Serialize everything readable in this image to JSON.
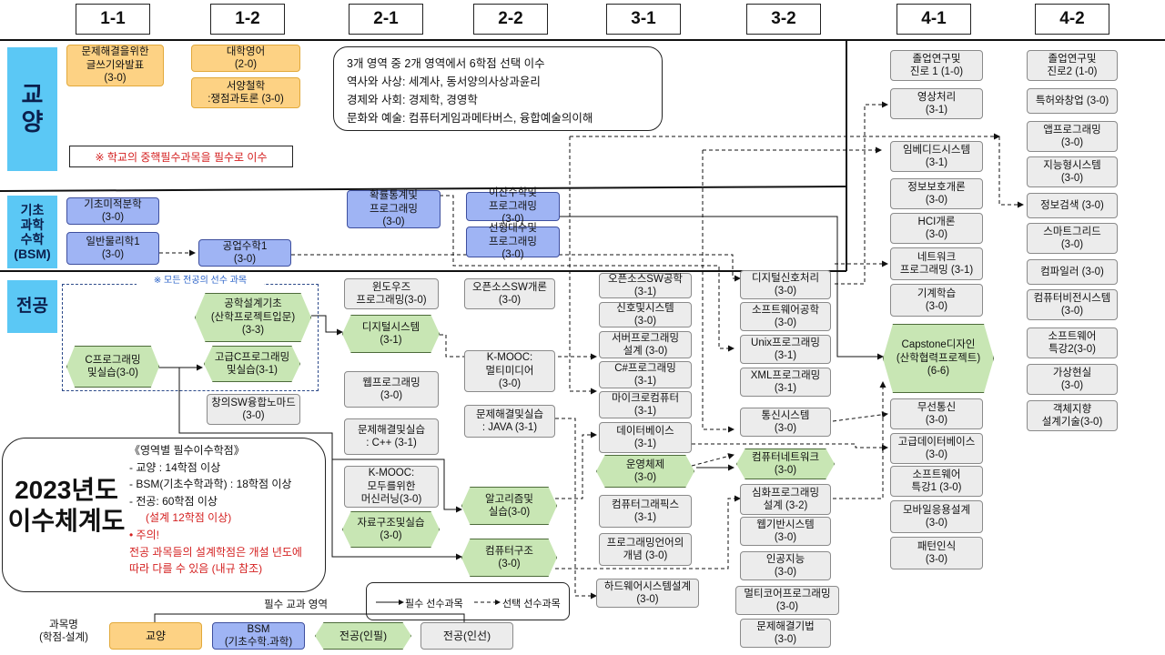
{
  "semesters": [
    "1-1",
    "1-2",
    "2-1",
    "2-2",
    "3-1",
    "3-2",
    "4-1",
    "4-2"
  ],
  "categories": {
    "general": "교\n양",
    "bsm": "기초\n과학\n수학\n(BSM)",
    "major": "전공"
  },
  "colors": {
    "general": "#fdd284",
    "bsm": "#9fb4f4",
    "major": "#c8e6b4",
    "elective": "#ececec",
    "category": "#5bc8f5",
    "accent_red": "#d42020"
  },
  "general_info": {
    "line1": "3개 영역 중 2개 영역에서 6학점 선택 이수",
    "line2": "역사와 사상: 세계사, 동서양의사상과윤리",
    "line3": "경제와 사회: 경제학, 경영학",
    "line4": "문화와 예술: 컴퓨터게임과메타버스, 융합예술의이해"
  },
  "school_note": "※ 학교의 중핵필수과목을 필수로 이수",
  "common_note": "※ 모든 전공의 선수 과목",
  "courses": {
    "c01": "문제해결을위한\n글쓰기와발표\n(3-0)",
    "c02": "대학영어\n(2-0)",
    "c03": "서양철학\n:쟁점과토론 (3-0)",
    "c04": "기초미적분학\n(3-0)",
    "c05": "일반물리학1\n(3-0)",
    "c06": "공업수학1\n(3-0)",
    "c07": "확률통계및\n프로그래밍\n(3-0)",
    "c08": "이산수학및\n프로그래밍\n(3-0)",
    "c09": "선형대수및\n프로그래밍\n(3-0)",
    "c10": "공학설계기초\n(산학프로젝트입문)\n(3-3)",
    "c11": "C프로그래밍\n및실습(3-0)",
    "c12": "고급C프로그래밍\n및실습(3-1)",
    "c13": "창의SW융합노마드\n(3-0)",
    "c14": "윈도우즈\n프로그래밍(3-0)",
    "c15": "디지털시스템\n(3-1)",
    "c16": "웹프로그래밍\n(3-0)",
    "c17": "문제해결및실습\n: C++ (3-1)",
    "c18": "K-MOOC:\n모두를위한\n머신러닝(3-0)",
    "c19": "자료구조및실습\n(3-0)",
    "c20": "오픈소스SW개론\n(3-0)",
    "c21": "K-MOOC:\n멀티미디어\n(3-0)",
    "c22": "문제해결및실습\n: JAVA (3-1)",
    "c23": "알고리즘및\n실습(3-0)",
    "c24": "컴퓨터구조\n(3-0)",
    "c25": "오픈소스SW공학\n(3-1)",
    "c26": "신호및시스템\n(3-0)",
    "c27": "서버프로그래밍\n설계 (3-0)",
    "c28": "C#프로그래밍\n(3-1)",
    "c29": "마이크로컴퓨터\n(3-1)",
    "c30": "데이터베이스\n(3-1)",
    "c31": "운영체제\n(3-0)",
    "c32": "컴퓨터그래픽스\n(3-1)",
    "c33": "프로그래밍언어의\n개념 (3-0)",
    "c34": "하드웨어시스템설계\n(3-0)",
    "c35": "디지털신호처리\n(3-0)",
    "c36": "소프트웨어공학\n(3-0)",
    "c37": "Unix프로그래밍\n(3-1)",
    "c38": "XML프로그래밍\n(3-1)",
    "c39": "통신시스템\n(3-0)",
    "c40": "컴퓨터네트워크\n(3-0)",
    "c41": "심화프로그래밍\n설계 (3-2)",
    "c42": "웹기반시스템\n(3-0)",
    "c43": "인공지능\n(3-0)",
    "c44": "멀티코어프로그래밍\n(3-0)",
    "c45": "문제해결기법\n(3-0)",
    "c46": "졸업연구및\n진로 1 (1-0)",
    "c47": "영상처리\n(3-1)",
    "c48": "임베디드시스템\n(3-1)",
    "c49": "정보보호개론\n(3-0)",
    "c50": "HCI개론\n(3-0)",
    "c51": "네트워크\n프로그래밍 (3-1)",
    "c52": "기계학습\n(3-0)",
    "c53": "Capstone디자인\n(산학협력프로젝트)\n(6-6)",
    "c54": "무선통신\n(3-0)",
    "c55": "고급데이터베이스\n(3-0)",
    "c56": "소프트웨어\n특강1 (3-0)",
    "c57": "모바일응용설계\n(3-0)",
    "c58": "패턴인식\n(3-0)",
    "c59": "졸업연구및\n진로2 (1-0)",
    "c60": "특허와창업 (3-0)",
    "c61": "앱프로그래밍\n(3-0)",
    "c62": "지능형시스템\n(3-0)",
    "c63": "정보검색 (3-0)",
    "c64": "스마트그리드\n(3-0)",
    "c65": "컴파일러 (3-0)",
    "c66": "컴퓨터비전시스템\n(3-0)",
    "c67": "소프트웨어\n특강2(3-0)",
    "c68": "가상현실\n(3-0)",
    "c69": "객체지향\n설계기술(3-0)"
  },
  "year_title": "2023년도\n이수체계도",
  "requirements": {
    "header": "《영역별 필수이수학점》",
    "general": "- 교양 : 14학점 이상",
    "bsm": "- BSM(기초수학과학) : 18학점 이상",
    "major": "- 전공: 60학점 이상",
    "design": "(설계 12학점 이상)",
    "caution": "•  주의!",
    "note": "전공 과목들의 설계학점은 개설 년도에\n따라 다를 수 있음 (내규 참조)"
  },
  "legend": {
    "required": "필수 선수과목",
    "optional": "선택 선수과목",
    "area_title": "필수 교과 영역",
    "course_key": "과목명\n(학점-설계)",
    "general": "교양",
    "bsm": "BSM\n(기초수학.과학)",
    "major_required": "전공(인필)",
    "major_elective": "전공(인선)"
  }
}
